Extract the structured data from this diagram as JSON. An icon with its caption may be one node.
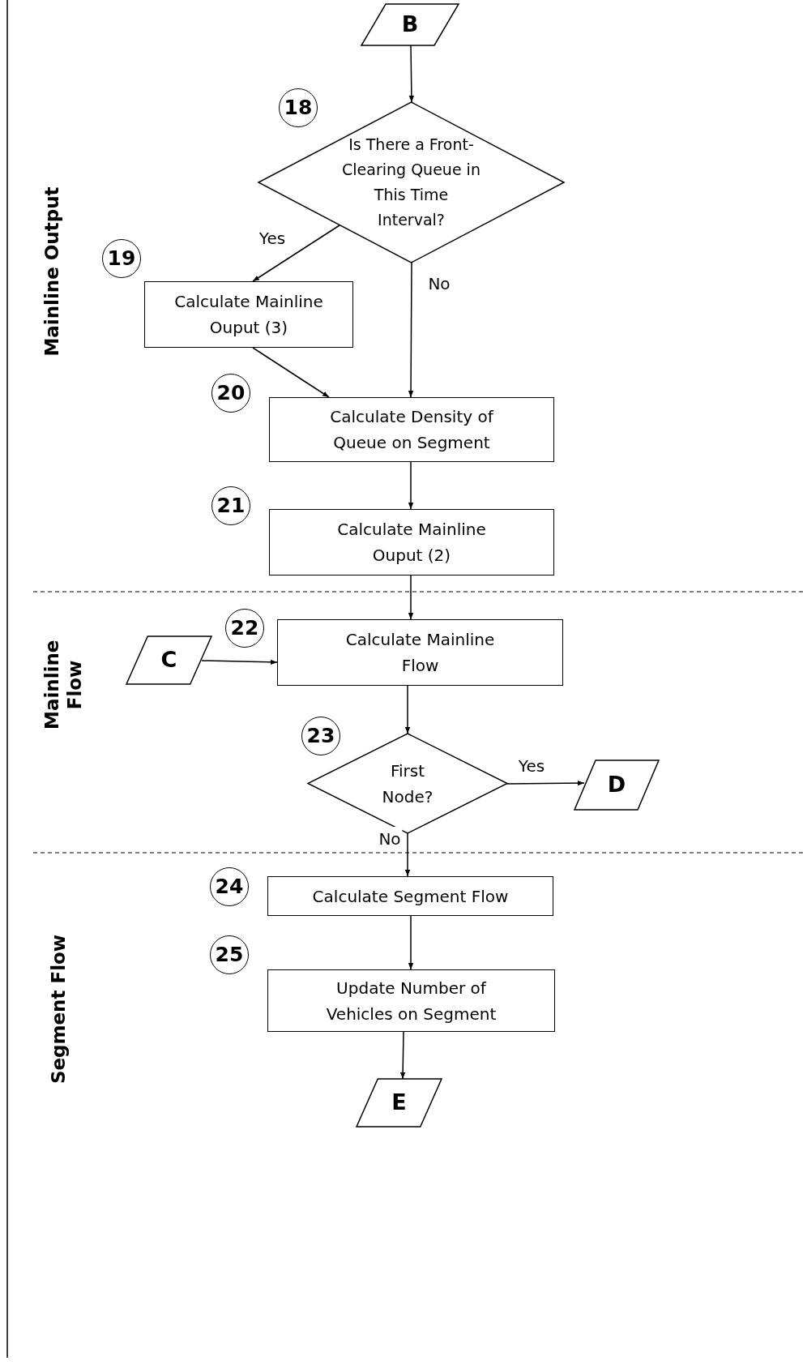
{
  "diagram": {
    "nodes": [
      {
        "text": [
          "B"
        ]
      },
      {
        "text": [
          "18"
        ]
      },
      {
        "text": [
          "Is There a Front-Clearing Queue in This Time Interval?"
        ]
      },
      {
        "text": [
          "19"
        ]
      },
      {
        "text": [
          "Calculate Mainline Ouput (3)"
        ]
      },
      {
        "text": [
          "20"
        ]
      },
      {
        "text": [
          "Calculate Density of Queue on Segment"
        ]
      },
      {
        "text": [
          "21"
        ]
      },
      {
        "text": [
          "Calculate Mainline Ouput (2)"
        ]
      },
      {
        "text": [
          "22"
        ]
      },
      {
        "text": [
          "C"
        ]
      },
      {
        "text": [
          "Calculate Mainline Flow"
        ]
      },
      {
        "text": [
          "23"
        ]
      },
      {
        "text": [
          "First Node?"
        ]
      },
      {
        "text": [
          "D"
        ]
      },
      {
        "text": [
          "24"
        ]
      },
      {
        "text": [
          "Calculate Segment Flow"
        ]
      },
      {
        "text": [
          "25"
        ]
      },
      {
        "text": [
          "Update Number of Vehicles on Segment"
        ]
      },
      {
        "text": [
          "E"
        ]
      }
    ],
    "edges": [
      {
        "from": 0,
        "to": 2,
        "arrow": "to"
      },
      {
        "from": 2,
        "to": 4,
        "arrow": "to",
        "label": "Yes"
      },
      {
        "from": 2,
        "to": 6,
        "arrow": "to",
        "label": "No"
      },
      {
        "from": 4,
        "to": 6,
        "arrow": "to"
      },
      {
        "from": 6,
        "to": 8,
        "arrow": "to"
      },
      {
        "from": 8,
        "to": 11,
        "arrow": "to"
      },
      {
        "from": 10,
        "to": 11,
        "arrow": "to"
      },
      {
        "from": 11,
        "to": 13,
        "arrow": "to"
      },
      {
        "from": 13,
        "to": 14,
        "arrow": "to",
        "label": "Yes"
      },
      {
        "from": 13,
        "to": 16,
        "arrow": "to",
        "label": "No"
      },
      {
        "from": 16,
        "to": 18,
        "arrow": "to"
      },
      {
        "from": 18,
        "to": 19,
        "arrow": "to"
      }
    ],
    "labels": [
      "Mainline Output",
      "Mainline Flow",
      "Segment Flow"
    ]
  }
}
